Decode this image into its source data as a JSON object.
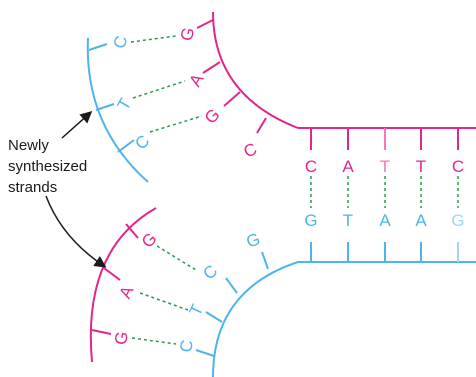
{
  "colors": {
    "pink": "#e2278c",
    "blue": "#4db5ea",
    "pink_light": "#f07aba",
    "blue_light": "#9ed7f6",
    "pair_line": "#2a9a4a",
    "text": "#1a1a1a"
  },
  "label": {
    "lines": [
      "Newly",
      "synthesized",
      "strands"
    ]
  },
  "top_right_strand": {
    "color": "pink",
    "bases": [
      "C",
      "A",
      "T",
      "T",
      "C"
    ]
  },
  "bottom_right_strand": {
    "color": "blue",
    "bases": [
      "G",
      "T",
      "A",
      "A",
      "G"
    ]
  },
  "upper_left_old_strand": {
    "color": "pink",
    "bases": [
      "G",
      "A",
      "G",
      "C"
    ]
  },
  "upper_left_new_strand": {
    "color": "blue",
    "bases": [
      "C",
      "T",
      "C"
    ]
  },
  "lower_left_old_strand": {
    "color": "blue",
    "bases": [
      "G",
      "C",
      "T",
      "C"
    ]
  },
  "lower_left_new_strand": {
    "color": "pink",
    "bases": [
      "G",
      "A",
      "G"
    ]
  }
}
